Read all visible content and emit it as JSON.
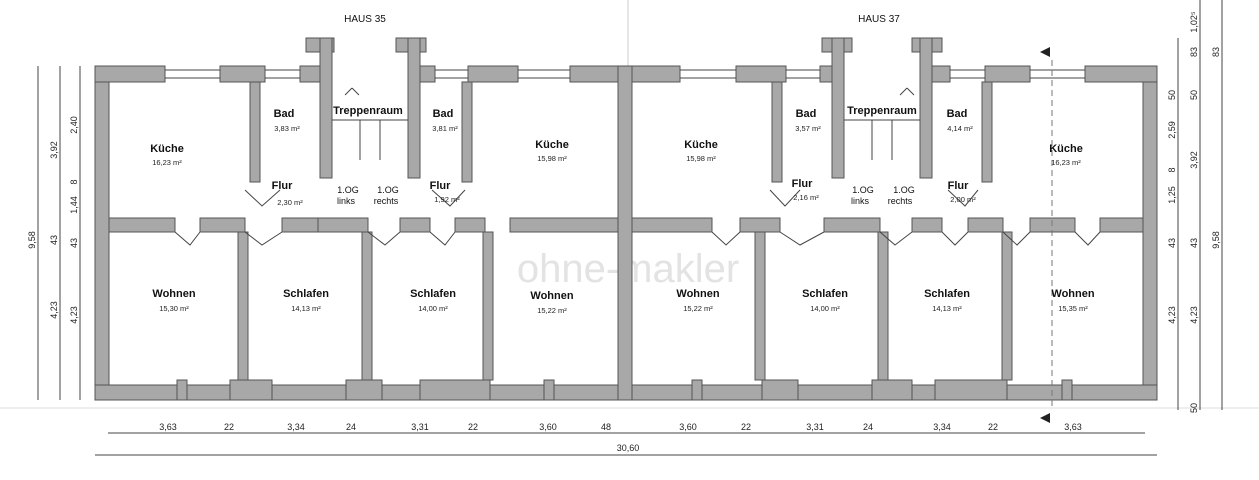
{
  "houses": {
    "left": "HAUS 35",
    "right": "HAUS 37"
  },
  "watermark": "ohne-makler",
  "rooms": [
    {
      "name": "Küche",
      "area": "16,23 m²"
    },
    {
      "name": "Bad",
      "area": "3,83 m²"
    },
    {
      "name": "Treppenraum",
      "area": ""
    },
    {
      "name": "Bad",
      "area": "3,81 m²"
    },
    {
      "name": "Küche",
      "area": "15,98 m²"
    },
    {
      "name": "Küche",
      "area": "15,98 m²"
    },
    {
      "name": "Bad",
      "area": "3,57 m²"
    },
    {
      "name": "Treppenraum",
      "area": ""
    },
    {
      "name": "Bad",
      "area": "4,14 m²"
    },
    {
      "name": "Küche",
      "area": "16,23 m²"
    },
    {
      "name": "Flur",
      "area": "2,30 m²"
    },
    {
      "name": "Flur",
      "area": "1,92 m²"
    },
    {
      "name": "Flur",
      "area": "2,16 m²"
    },
    {
      "name": "Flur",
      "area": "2,00 m²"
    },
    {
      "name": "Wohnen",
      "area": "15,30 m²"
    },
    {
      "name": "Schlafen",
      "area": "14,13 m²"
    },
    {
      "name": "Schlafen",
      "area": "14,00 m²"
    },
    {
      "name": "Wohnen",
      "area": "15,22 m²"
    },
    {
      "name": "Wohnen",
      "area": "15,22 m²"
    },
    {
      "name": "Schlafen",
      "area": "14,00 m²"
    },
    {
      "name": "Schlafen",
      "area": "14,13 m²"
    },
    {
      "name": "Wohnen",
      "area": "15,35 m²"
    }
  ],
  "stair_labels": [
    {
      "a": "1.OG",
      "b": "links"
    },
    {
      "a": "1.OG",
      "b": "rechts"
    },
    {
      "a": "1.OG",
      "b": "links"
    },
    {
      "a": "1.OG",
      "b": "rechts"
    }
  ],
  "dims_bottom": [
    "3,63",
    "22",
    "3,34",
    "24",
    "3,31",
    "22",
    "3,60",
    "48",
    "3,60",
    "22",
    "3,31",
    "24",
    "3,34",
    "22",
    "3,63"
  ],
  "dim_total": "30,60",
  "dims_left_outer": [
    "3,92",
    "43",
    "4,23"
  ],
  "dims_left_total": "9,58",
  "dims_left_inner": [
    "2,40",
    "8",
    "1,44",
    "43",
    "4,23"
  ],
  "dims_right_outer": [
    "1,02⁵",
    "83",
    "50",
    "2,59",
    "8",
    "1,25",
    "43",
    "4,23",
    "50"
  ],
  "dims_right_inner": [
    "83",
    "50",
    "3,92",
    "43",
    "4,23",
    "9,58"
  ]
}
